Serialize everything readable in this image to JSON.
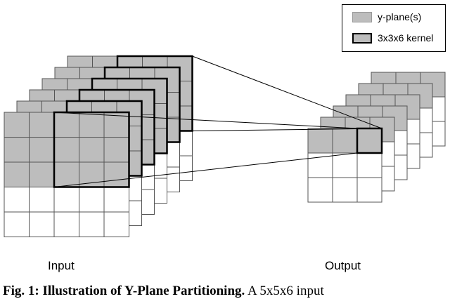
{
  "labels": {
    "input": "Input",
    "output": "Output"
  },
  "legend": {
    "items": [
      {
        "text": "y-plane(s)",
        "icon": "gray-square-icon"
      },
      {
        "text": "3x3x6 kernel",
        "icon": "gray-square-bold-border-icon"
      }
    ]
  },
  "caption": {
    "bold": "Fig. 1: Illustration of Y-Plane Partitioning.",
    "rest": " A 5x5x6 input"
  },
  "colors": {
    "yplane": "#bdbdbd",
    "grid": "#555555",
    "kernel_border": "#000000"
  },
  "diagram": {
    "input": {
      "rows": 5,
      "cols": 5,
      "depth": 6,
      "yplane_rows": 3
    },
    "kernel": {
      "rows": 3,
      "cols": 3,
      "depth": 6
    },
    "output": {
      "rows": 3,
      "cols": 3,
      "depth": 6,
      "yplane_rows": 1
    }
  }
}
